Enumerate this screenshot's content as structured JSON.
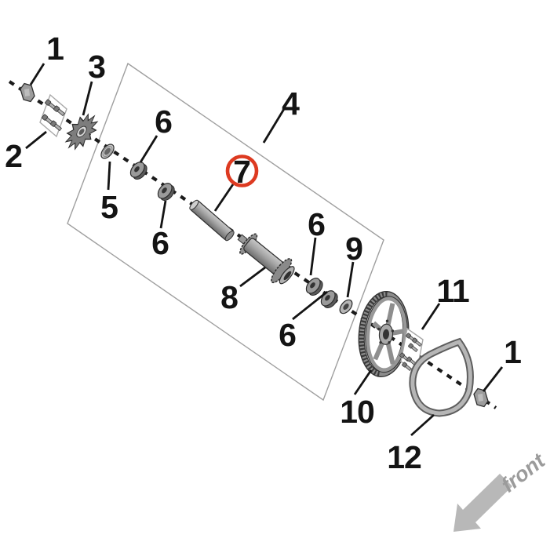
{
  "labels": {
    "l1a": "1",
    "l2": "2",
    "l3": "3",
    "l4": "4",
    "l5": "5",
    "l6a": "6",
    "l6b": "6",
    "l7": "7",
    "l8": "8",
    "l6c": "6",
    "l9": "9",
    "l6d": "6",
    "l10": "10",
    "l11": "11",
    "l12": "12",
    "l1b": "1",
    "front": "front"
  },
  "colors": {
    "highlight": "#dd3a21",
    "ink": "#141414",
    "frame_gray": "#9f9f9f",
    "arrow_gray": "#b8b8b8",
    "front_text_gray": "#9b9b9b"
  }
}
